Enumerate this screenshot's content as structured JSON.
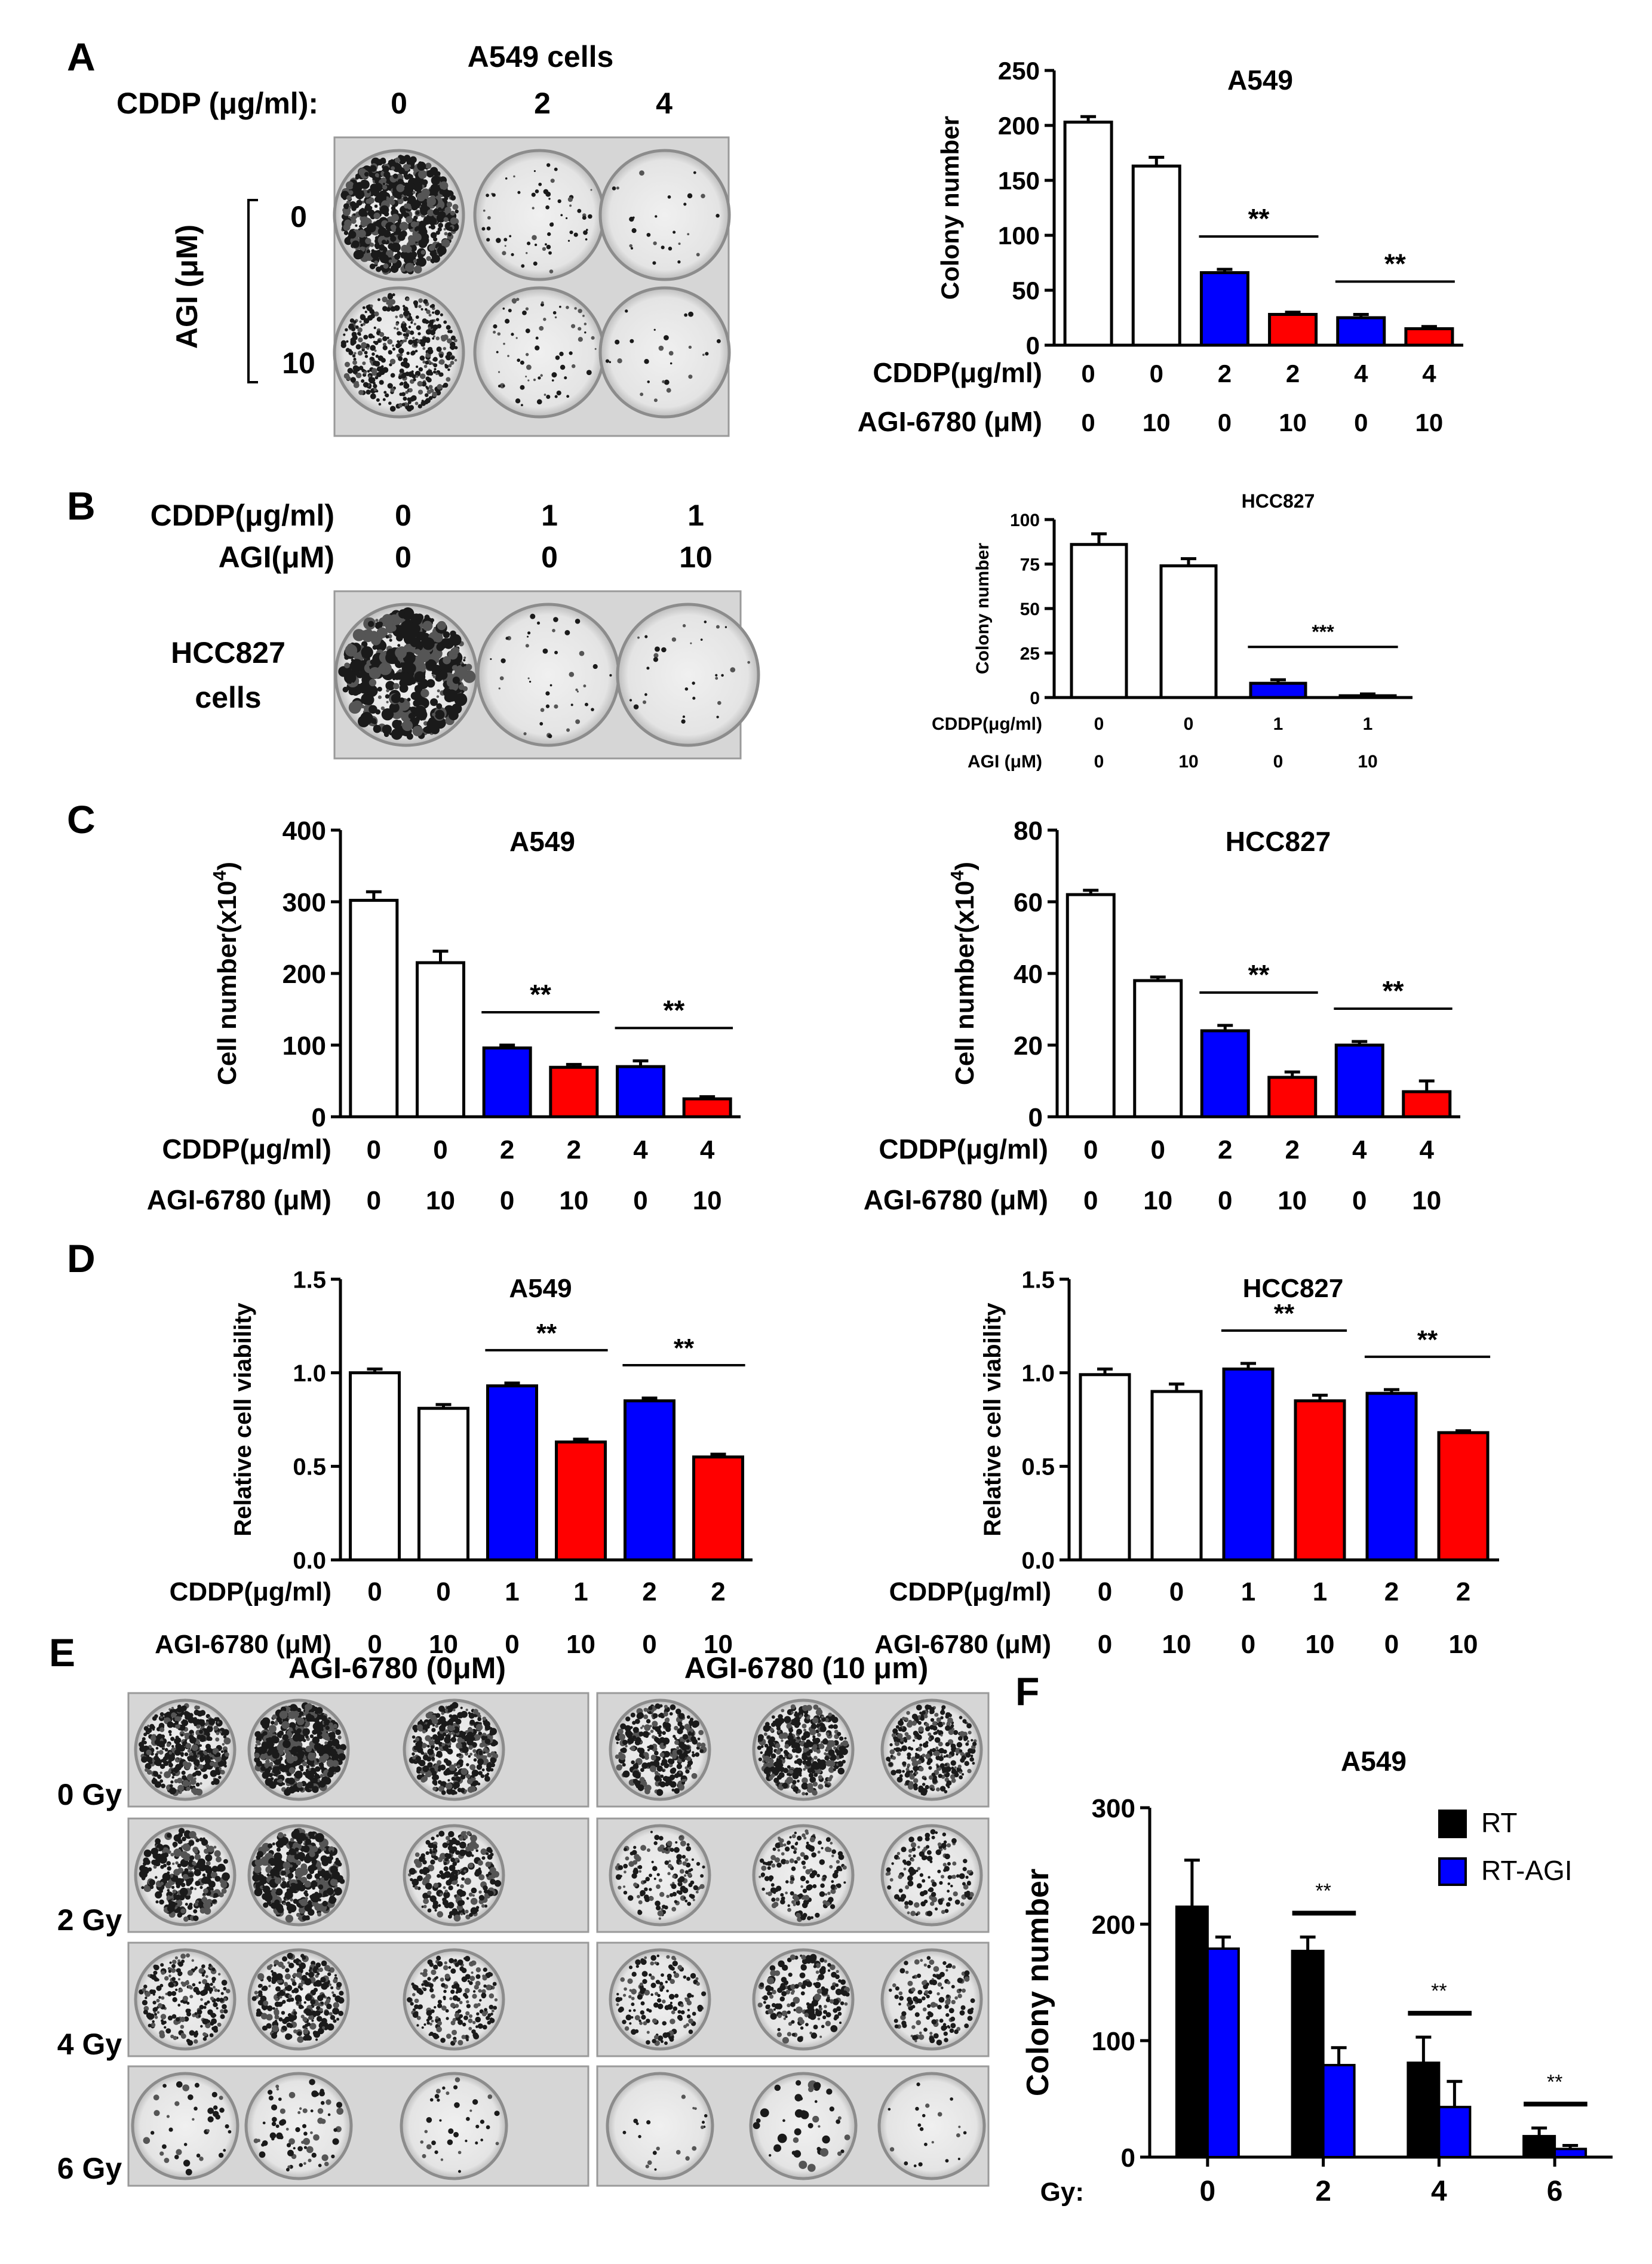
{
  "panel_letters": [
    "A",
    "B",
    "C",
    "D",
    "E",
    "F"
  ],
  "photos": {
    "a": {
      "title": "A549 cells",
      "cddp_label": "CDDP (μg/ml):",
      "cddp_values": [
        "0",
        "2",
        "4"
      ],
      "agi_label": "AGI (μM)",
      "agi_values": [
        "0",
        "10"
      ]
    },
    "b": {
      "cddp_label": "CDDP(μg/ml)",
      "agi_label": "AGI(μM)",
      "cddp_values": [
        "0",
        "1",
        "1"
      ],
      "agi_values": [
        "0",
        "0",
        "10"
      ],
      "cell_label": [
        "HCC827",
        "cells"
      ]
    },
    "e": {
      "col_headers": [
        "AGI-6780 (0μM)",
        "AGI-6780 (10 μm)"
      ],
      "row_labels": [
        "0 Gy",
        "2 Gy",
        "4 Gy",
        "6 Gy"
      ]
    }
  },
  "colors": {
    "white": "#ffffff",
    "blue": "#0000ff",
    "red": "#ff0000",
    "black": "#000000"
  },
  "chart_data": [
    {
      "panel": "A",
      "type": "bar",
      "title": "A549",
      "ylabel": "Colony number",
      "ylim": [
        0,
        250
      ],
      "yticks": [
        "0",
        "50",
        "100",
        "150",
        "200",
        "250"
      ],
      "values": [
        203,
        163,
        66,
        28,
        25,
        15
      ],
      "errors": [
        5,
        8,
        3,
        2,
        3,
        2
      ],
      "bar_colors": [
        "white",
        "white",
        "blue",
        "red",
        "blue",
        "red"
      ],
      "significance": [
        {
          "from": 2,
          "to": 3,
          "label": "**"
        },
        {
          "from": 4,
          "to": 5,
          "label": "**"
        }
      ],
      "rows": [
        {
          "label": "CDDP(μg/ml)",
          "values": [
            "0",
            "0",
            "2",
            "2",
            "4",
            "4"
          ]
        },
        {
          "label": "AGI-6780 (μM)",
          "values": [
            "0",
            "10",
            "0",
            "10",
            "0",
            "10"
          ]
        }
      ]
    },
    {
      "panel": "B",
      "type": "bar",
      "title": "HCC827",
      "ylabel": "Colony number",
      "ylim": [
        0,
        100
      ],
      "yticks": [
        "0",
        "25",
        "50",
        "75",
        "100"
      ],
      "values": [
        86,
        74,
        8,
        1
      ],
      "errors": [
        6,
        4,
        2,
        1
      ],
      "bar_colors": [
        "white",
        "white",
        "blue",
        "red"
      ],
      "significance": [
        {
          "from": 2,
          "to": 3,
          "label": "***"
        }
      ],
      "rows": [
        {
          "label": "CDDP(μg/ml)",
          "values": [
            "0",
            "0",
            "1",
            "1"
          ]
        },
        {
          "label": "AGI (μM)",
          "values": [
            "0",
            "10",
            "0",
            "10"
          ]
        }
      ]
    },
    {
      "panel": "C-left",
      "type": "bar",
      "title": "A549",
      "ylabel": "Cell number(x10",
      "ylabel_sup": "4",
      "ylabel_end": ")",
      "ylim": [
        0,
        400
      ],
      "yticks": [
        "0",
        "100",
        "200",
        "300",
        "400"
      ],
      "values": [
        302,
        215,
        96,
        69,
        70,
        25
      ],
      "errors": [
        12,
        16,
        4,
        4,
        8,
        3
      ],
      "bar_colors": [
        "white",
        "white",
        "blue",
        "red",
        "blue",
        "red"
      ],
      "significance": [
        {
          "from": 2,
          "to": 3,
          "label": "**"
        },
        {
          "from": 4,
          "to": 5,
          "label": "**"
        }
      ],
      "rows": [
        {
          "label": "CDDP(μg/ml)",
          "values": [
            "0",
            "0",
            "2",
            "2",
            "4",
            "4"
          ]
        },
        {
          "label": "AGI-6780 (μM)",
          "values": [
            "0",
            "10",
            "0",
            "10",
            "0",
            "10"
          ]
        }
      ]
    },
    {
      "panel": "C-right",
      "type": "bar",
      "title": "HCC827",
      "ylabel": "Cell number(x10",
      "ylabel_sup": "4",
      "ylabel_end": ")",
      "ylim": [
        0,
        80
      ],
      "yticks": [
        "0",
        "20",
        "40",
        "60",
        "80"
      ],
      "values": [
        62,
        38,
        24,
        11,
        20,
        7
      ],
      "errors": [
        1.2,
        1,
        1.5,
        1.5,
        1,
        3
      ],
      "bar_colors": [
        "white",
        "white",
        "blue",
        "red",
        "blue",
        "red"
      ],
      "significance": [
        {
          "from": 2,
          "to": 3,
          "label": "**"
        },
        {
          "from": 4,
          "to": 5,
          "label": "**"
        }
      ],
      "rows": [
        {
          "label": "CDDP(μg/ml)",
          "values": [
            "0",
            "0",
            "2",
            "2",
            "4",
            "4"
          ]
        },
        {
          "label": "AGI-6780 (μM)",
          "values": [
            "0",
            "10",
            "0",
            "10",
            "0",
            "10"
          ]
        }
      ]
    },
    {
      "panel": "D-left",
      "type": "bar",
      "title": "A549",
      "ylabel": "Relative cell viability",
      "ylim": [
        0,
        1.5
      ],
      "yticks": [
        "0.0",
        "0.5",
        "1.0",
        "1.5"
      ],
      "values": [
        1.0,
        0.81,
        0.93,
        0.63,
        0.85,
        0.55
      ],
      "errors": [
        0.02,
        0.02,
        0.015,
        0.015,
        0.015,
        0.015
      ],
      "bar_colors": [
        "white",
        "white",
        "blue",
        "red",
        "blue",
        "red"
      ],
      "significance": [
        {
          "from": 2,
          "to": 3,
          "label": "**"
        },
        {
          "from": 4,
          "to": 5,
          "label": "**"
        }
      ],
      "rows": [
        {
          "label": "CDDP(μg/ml)",
          "values": [
            "0",
            "0",
            "1",
            "1",
            "2",
            "2"
          ]
        },
        {
          "label": "AGI-6780 (μM)",
          "values": [
            "0",
            "10",
            "0",
            "10",
            "0",
            "10"
          ]
        }
      ]
    },
    {
      "panel": "D-right",
      "type": "bar",
      "title": "HCC827",
      "ylabel": "Relative cell viability",
      "ylim": [
        0,
        1.5
      ],
      "yticks": [
        "0.0",
        "0.5",
        "1.0",
        "1.5"
      ],
      "values": [
        0.99,
        0.9,
        1.02,
        0.85,
        0.89,
        0.68
      ],
      "errors": [
        0.03,
        0.04,
        0.03,
        0.03,
        0.02,
        0.01
      ],
      "bar_colors": [
        "white",
        "white",
        "blue",
        "red",
        "blue",
        "red"
      ],
      "significance": [
        {
          "from": 2,
          "to": 3,
          "label": "**"
        },
        {
          "from": 4,
          "to": 5,
          "label": "**"
        }
      ],
      "rows": [
        {
          "label": "CDDP(μg/ml)",
          "values": [
            "0",
            "0",
            "1",
            "1",
            "2",
            "2"
          ]
        },
        {
          "label": "AGI-6780 (μM)",
          "values": [
            "0",
            "10",
            "0",
            "10",
            "0",
            "10"
          ]
        }
      ]
    },
    {
      "panel": "F",
      "type": "bar",
      "title": "A549",
      "ylabel": "Colony number",
      "xlabel": "Gy:",
      "ylim": [
        0,
        300
      ],
      "yticks": [
        "0",
        "100",
        "200",
        "300"
      ],
      "categories": [
        "0",
        "2",
        "4",
        "6"
      ],
      "series": [
        {
          "name": "RT",
          "color": "black",
          "values": [
            215,
            177,
            81,
            18
          ],
          "errors": [
            40,
            12,
            22,
            7
          ]
        },
        {
          "name": "RT-AGI",
          "color": "blue",
          "values": [
            179,
            79,
            43,
            7
          ],
          "errors": [
            10,
            15,
            22,
            3
          ]
        }
      ],
      "significance": [
        {
          "category": 1,
          "label": "**"
        },
        {
          "category": 2,
          "label": "**"
        },
        {
          "category": 3,
          "label": "**"
        }
      ],
      "legend": "top-right"
    }
  ]
}
